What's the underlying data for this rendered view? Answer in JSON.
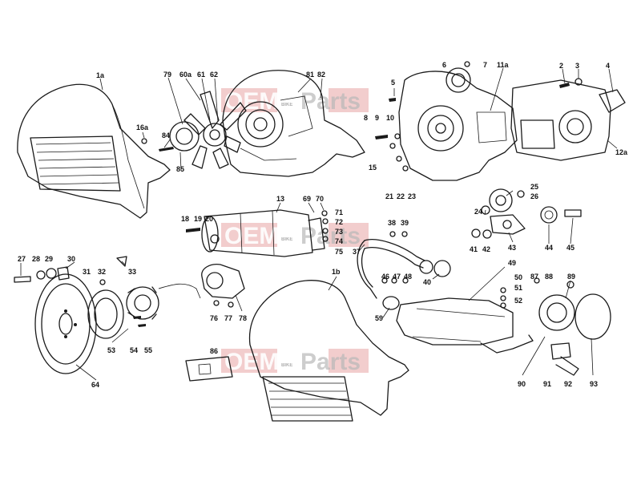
{
  "watermark": {
    "brand_left": "OEM",
    "brand_mid": "BIKE",
    "brand_right": "Parts"
  },
  "callouts": [
    "1a",
    "16a",
    "84",
    "85",
    "79",
    "60a",
    "61",
    "62",
    "81",
    "82",
    "6",
    "7",
    "11a",
    "2",
    "3",
    "4",
    "12a",
    "5",
    "8",
    "9",
    "10",
    "15",
    "21",
    "22",
    "23",
    "13",
    "69",
    "70",
    "71",
    "72",
    "73",
    "74",
    "75",
    "18",
    "19",
    "20",
    "38",
    "39",
    "25",
    "26",
    "24",
    "43",
    "44",
    "45",
    "41",
    "42",
    "37",
    "27",
    "28",
    "29",
    "30",
    "31",
    "32",
    "33",
    "1b",
    "46",
    "47",
    "48",
    "59",
    "40",
    "49",
    "76",
    "77",
    "78",
    "53",
    "54",
    "55",
    "64",
    "86",
    "87",
    "88",
    "89",
    "50",
    "51",
    "52",
    "90",
    "91",
    "92",
    "93"
  ]
}
